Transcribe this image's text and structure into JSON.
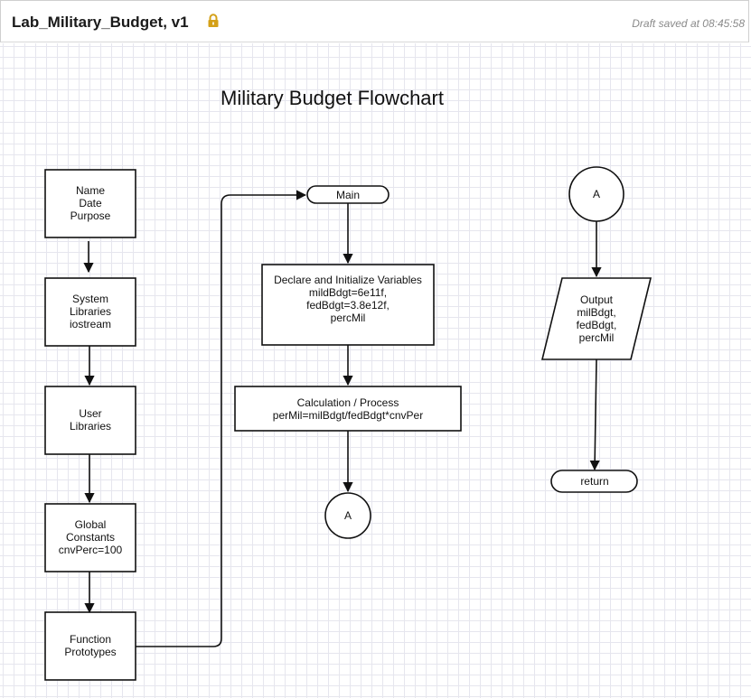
{
  "header": {
    "title": "Lab_Military_Budget, v1",
    "saved_status": "Draft saved at 08:45:58",
    "lock_icon": "lock-icon",
    "lock_color": "#d4a017"
  },
  "diagram": {
    "title": "Military Budget Flowchart",
    "nodes": {
      "header_info": [
        "Name",
        "Date",
        "Purpose"
      ],
      "system_libraries": [
        "System",
        "Libraries",
        "iostream"
      ],
      "user_libraries": [
        "User",
        "Libraries"
      ],
      "global_constants": [
        "Global",
        "Constants",
        "cnvPerc=100"
      ],
      "function_prototypes": [
        "Function",
        "Prototypes"
      ],
      "main": "Main",
      "declare_vars": [
        "Declare and Initialize Variables",
        "mildBdgt=6e11f,",
        "fedBdgt=3.8e12f,",
        "percMil"
      ],
      "calculation": [
        "Calculation / Process",
        "perMil=milBdgt/fedBdgt*cnvPer"
      ],
      "connector_out": "A",
      "connector_in": "A",
      "output": [
        "Output",
        "milBdgt,",
        "fedBdgt,",
        "percMil"
      ],
      "return": "return"
    }
  }
}
